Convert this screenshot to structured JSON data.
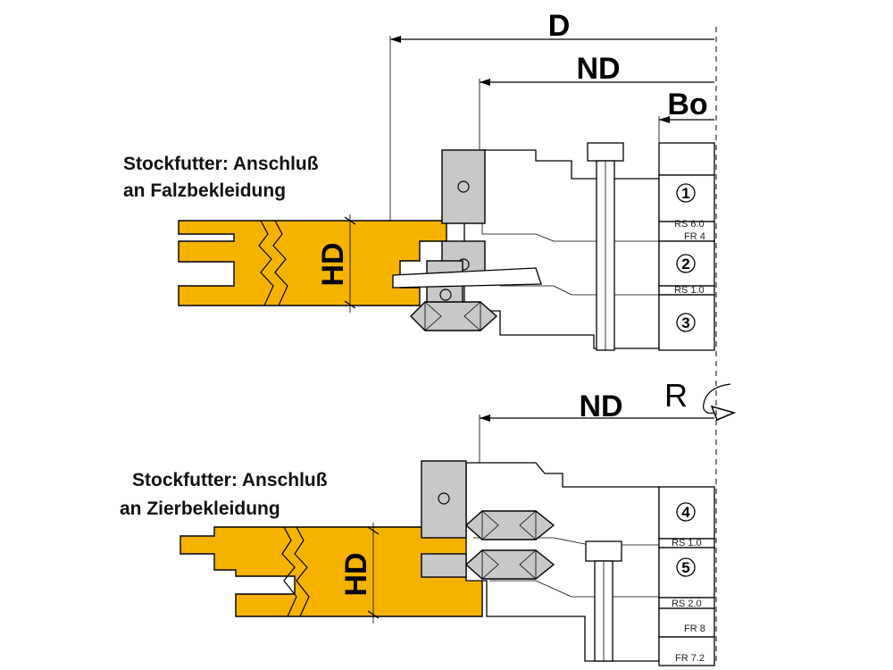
{
  "dimensions": {
    "d_label": "D",
    "nd_label_top": "ND",
    "bo_label": "Bo",
    "nd_label_bottom": "ND",
    "r_label": "R"
  },
  "top_section": {
    "caption_line1": "Stockfutter: Anschluß",
    "caption_line2": "an Falzbekleidung",
    "hd_label": "HD",
    "cutters": [
      "1",
      "2",
      "3"
    ],
    "spacers": [
      "RS 6.0",
      "FR 4",
      "RS 1.0"
    ]
  },
  "bottom_section": {
    "caption_line1": "Stockfutter: Anschluß",
    "caption_line2": "an Zierbekleidung",
    "hd_label": "HD",
    "cutters": [
      "4",
      "5"
    ],
    "spacers": [
      "RS 1.0",
      "RS 2.0",
      "FR 8",
      "FR 7.2"
    ]
  },
  "colors": {
    "wood": "#f5b300",
    "steel": "#c8c8c8",
    "line": "#000000"
  }
}
